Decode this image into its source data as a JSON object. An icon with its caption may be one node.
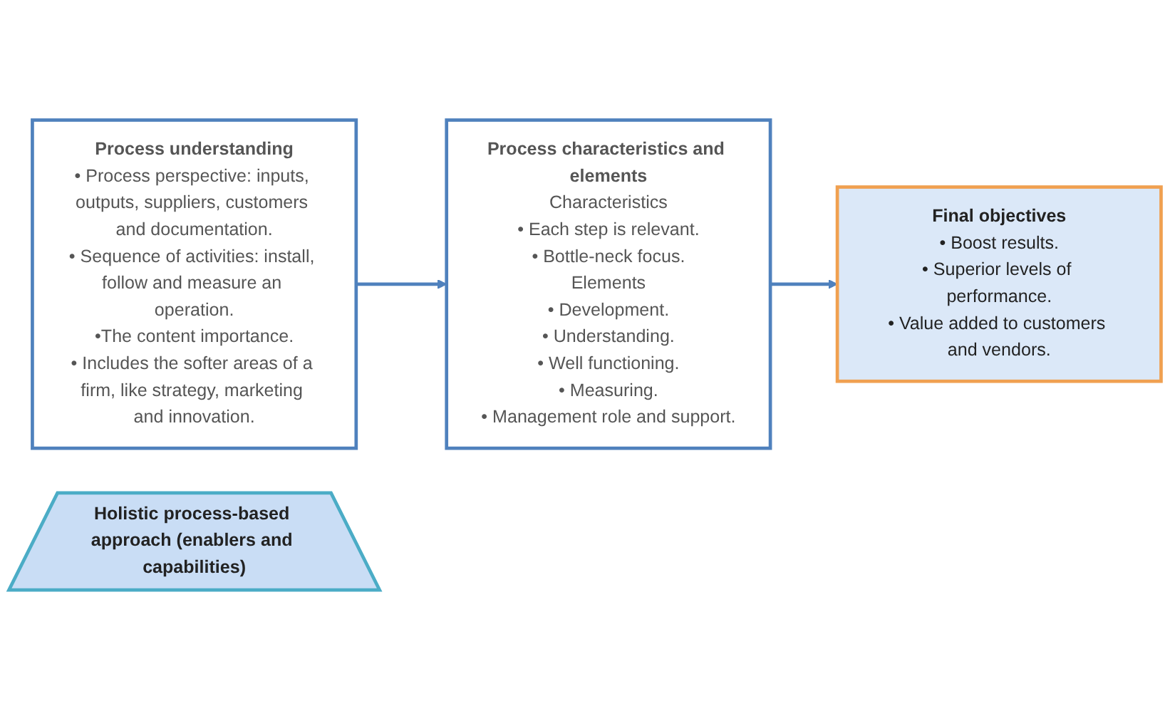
{
  "diagram": {
    "nodes": [
      {
        "text": [
          "Process understanding",
          "• Process perspective: inputs, outputs, suppliers, customers and documentation.",
          "• Sequence of activities: install, follow and measure an operation.",
          "•The content importance.",
          "• Includes the softer areas of a firm, like strategy, marketing and innovation."
        ]
      },
      {
        "text": [
          "Process characteristics and elements",
          "Characteristics",
          "• Each step is relevant.",
          "• Bottle-neck focus.",
          "Elements",
          "• Development.",
          "• Understanding.",
          "• Well functioning.",
          "• Measuring.",
          "• Management role and support."
        ]
      },
      {
        "text": [
          "Final objectives",
          "• Boost results.",
          "• Superior levels of performance.",
          "• Value added to customers and vendors."
        ]
      },
      {
        "text": [
          "Holistic process-based approach (enablers and capabilities)"
        ]
      }
    ],
    "edges": [
      {
        "from": 0,
        "to": 1,
        "arrow": "to"
      },
      {
        "from": 1,
        "to": 2,
        "arrow": "to"
      }
    ]
  }
}
